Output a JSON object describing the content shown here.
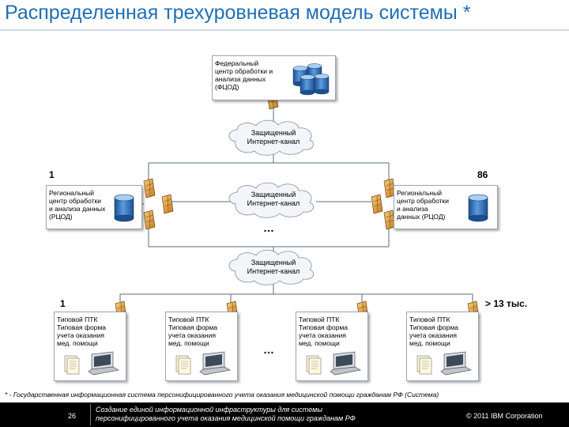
{
  "slide": {
    "title": "Распределенная трехуровневая модель системы *",
    "footnote": "* - Государственная информационная система персонифицированного учета оказания медицинской помощи гражданам РФ (Система)"
  },
  "nodes": {
    "federal": {
      "label": "Федеральный\nцентр обработки и\nанализа данных\n(ФЦОД)"
    },
    "regional_left": {
      "label": "Региональный\nцентр обработки\nи анализа данных\n(РЦОД)"
    },
    "regional_right": {
      "label": "Региональный\nцентр обработки\nи анализа\nданных (РЦОД)"
    },
    "ptk": {
      "label": "Типовой ПТК\nТиповая форма\nучета оказания\nмед. помощи"
    }
  },
  "clouds": {
    "top": "Защищенный\nИнтернет-канал",
    "middle": "Защищенный\nИнтернет-канал",
    "bottom": "Защищенный\nИнтернет-канал"
  },
  "counts": {
    "regional_first": "1",
    "regional_last": "86",
    "ptk_first": "1",
    "ptk_last": "> 13 тыс."
  },
  "ellipsis": "…",
  "footer": {
    "page_number": "26",
    "title": "Создание единой информационной инфраструктуры для системы\nперсонифицированного учета оказания медицинской помощи гражданам РФ",
    "copyright": "© 2011 IBM Corporation"
  },
  "colors": {
    "title": "#1f6fb5",
    "firewall": "#e8a33c",
    "database": "#2f6fb8",
    "line": "#5a6b82",
    "cloud": "#f3f5f8"
  }
}
